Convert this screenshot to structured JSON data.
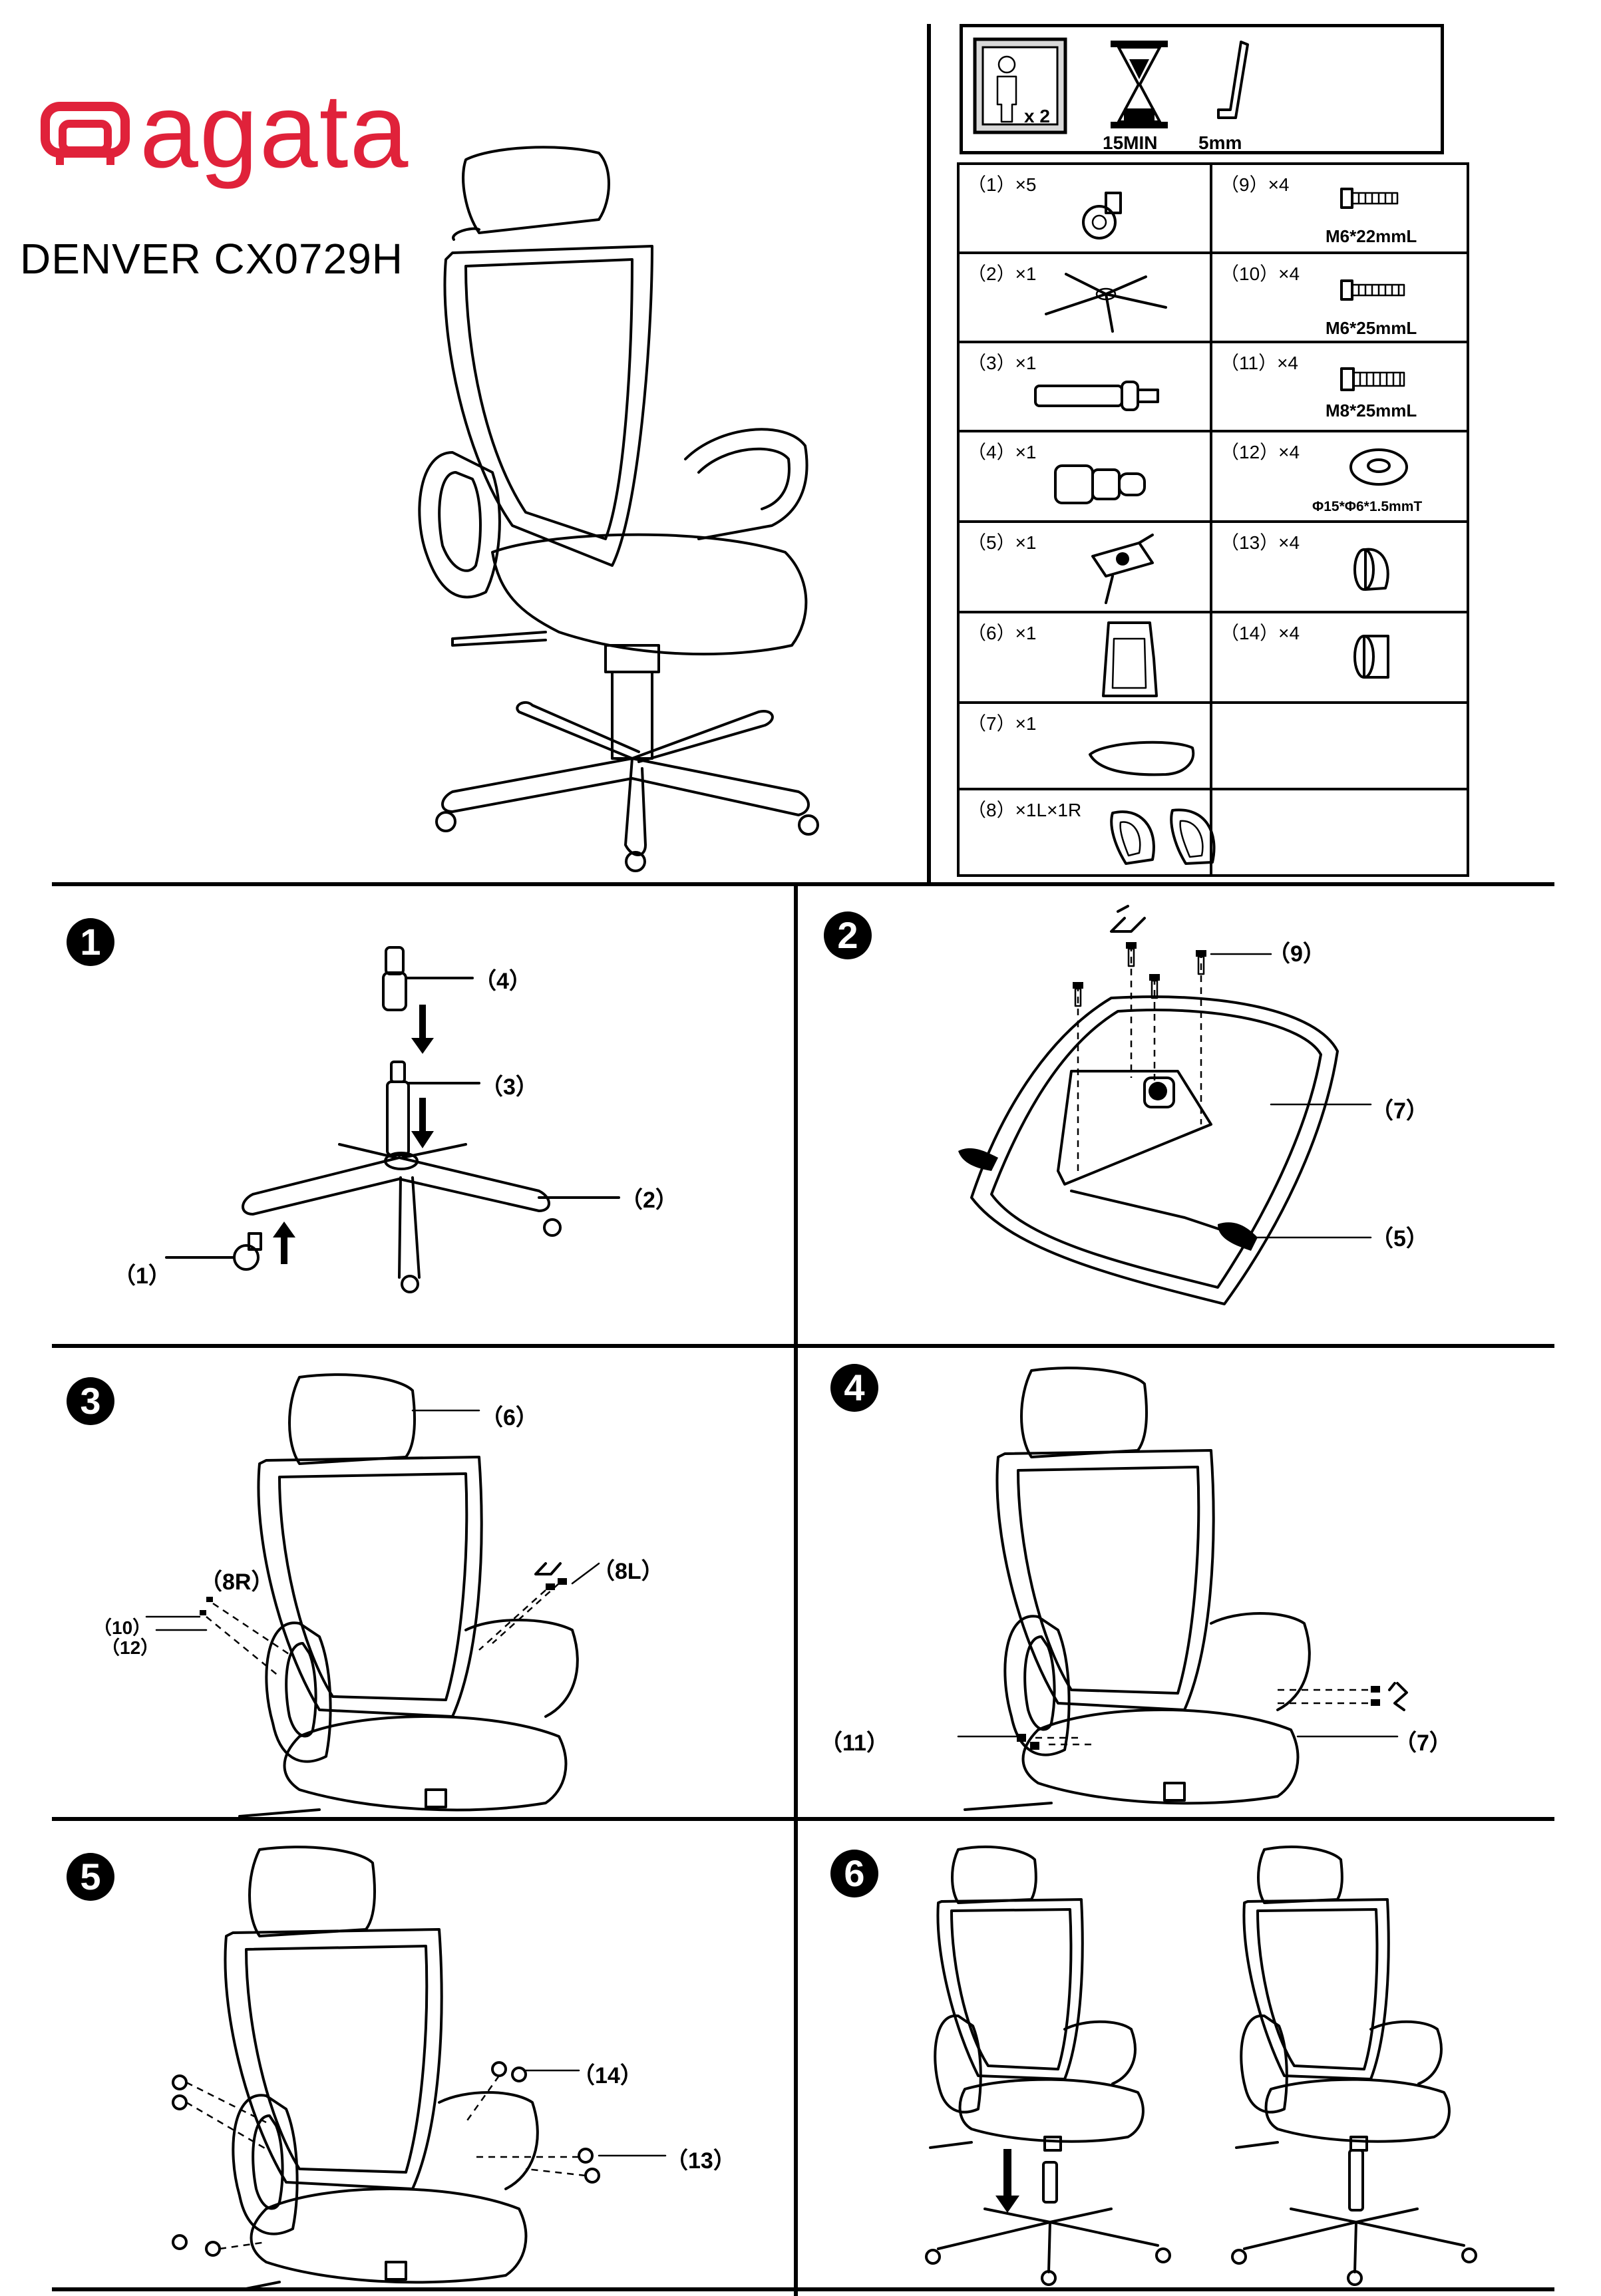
{
  "brand": {
    "name": "agata",
    "color": "#e0223a"
  },
  "model": "DENVER CX0729H",
  "tools": {
    "people_count": "x 2",
    "time": "15MIN",
    "hex_key": "5mm"
  },
  "parts": [
    {
      "qty": "（1）×5",
      "icon": "caster-icon",
      "spec": ""
    },
    {
      "qty": "（9）×4",
      "icon": "bolt-icon",
      "spec": "M6*22mmL"
    },
    {
      "qty": "（2）×1",
      "icon": "star-base-icon",
      "spec": ""
    },
    {
      "qty": "（10）×4",
      "icon": "bolt-icon",
      "spec": "M6*25mmL"
    },
    {
      "qty": "（3）×1",
      "icon": "gas-lift-icon",
      "spec": ""
    },
    {
      "qty": "（11）×4",
      "icon": "bolt-icon",
      "spec": "M8*25mmL"
    },
    {
      "qty": "（4）×1",
      "icon": "lift-cover-icon",
      "spec": ""
    },
    {
      "qty": "（12）×4",
      "icon": "washer-icon",
      "spec": "Φ15*Φ6*1.5mmT"
    },
    {
      "qty": "（5）×1",
      "icon": "mechanism-icon",
      "spec": ""
    },
    {
      "qty": "（13）×4",
      "icon": "cap-round-icon",
      "spec": ""
    },
    {
      "qty": "（6）×1",
      "icon": "backrest-icon",
      "spec": ""
    },
    {
      "qty": "（14）×4",
      "icon": "cap-flat-icon",
      "spec": ""
    },
    {
      "qty": "（7）×1",
      "icon": "seat-icon",
      "spec": ""
    },
    {
      "qty": "",
      "icon": "",
      "spec": ""
    },
    {
      "qty": "（8）×1L×1R",
      "icon": "armrest-pair-icon",
      "spec": ""
    },
    {
      "qty": "",
      "icon": "",
      "spec": ""
    }
  ],
  "steps": [
    {
      "number": "1",
      "callouts": [
        "（4）",
        "（3）",
        "（2）",
        "（1）"
      ]
    },
    {
      "number": "2",
      "callouts": [
        "（9）",
        "（7）",
        "（5）"
      ]
    },
    {
      "number": "3",
      "callouts": [
        "（6）",
        "（8R）",
        "（8L）",
        "（10）",
        "（12）"
      ]
    },
    {
      "number": "4",
      "callouts": [
        "（11）",
        "（7）"
      ]
    },
    {
      "number": "5",
      "callouts": [
        "（14）",
        "（13）"
      ]
    },
    {
      "number": "6",
      "callouts": []
    }
  ]
}
